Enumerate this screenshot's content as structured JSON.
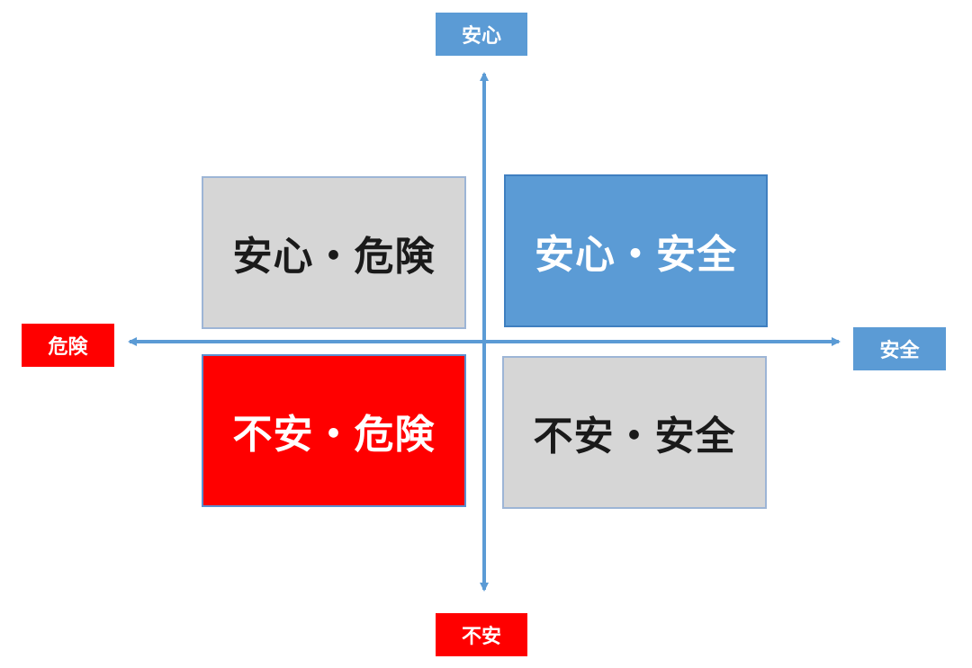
{
  "axes": {
    "top": "安心",
    "bottom": "不安",
    "left": "危険",
    "right": "安全"
  },
  "quadrants": {
    "top_left": "安心・危険",
    "top_right": "安心・安全",
    "bottom_left": "不安・危険",
    "bottom_right": "不安・安全"
  },
  "colors": {
    "axis_line": "#5b9bd5",
    "blue": "#5b9bd5",
    "red": "#ff0000",
    "gray": "#d6d6d6"
  }
}
